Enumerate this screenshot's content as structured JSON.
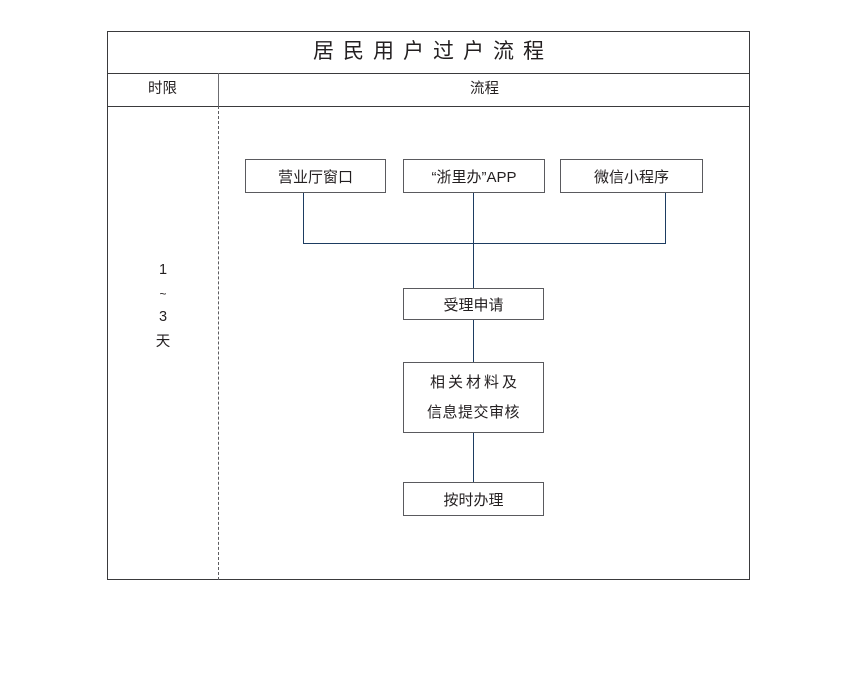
{
  "title": "居民用户过户流程",
  "table": {
    "headers": {
      "time_limit": "时限",
      "process": "流程"
    }
  },
  "duration": {
    "from": "1",
    "separator": "~",
    "to": "3",
    "unit": "天"
  },
  "flow": {
    "channels": [
      {
        "id": "hall",
        "label": "营业厅窗口"
      },
      {
        "id": "app",
        "label": "“浙里办”APP"
      },
      {
        "id": "wechat",
        "label": "微信小程序"
      }
    ],
    "steps": [
      {
        "id": "accept",
        "label": "受理申请"
      },
      {
        "id": "submit",
        "line1": "相关材料及",
        "line2": "信息提交审核"
      },
      {
        "id": "handle",
        "label": "按时办理"
      }
    ]
  },
  "colors": {
    "connector": "#1D3C61",
    "border": "#5A5A5E",
    "frame": "#3A3A3C",
    "text": "#231F20",
    "background": "#FFFFFF"
  }
}
